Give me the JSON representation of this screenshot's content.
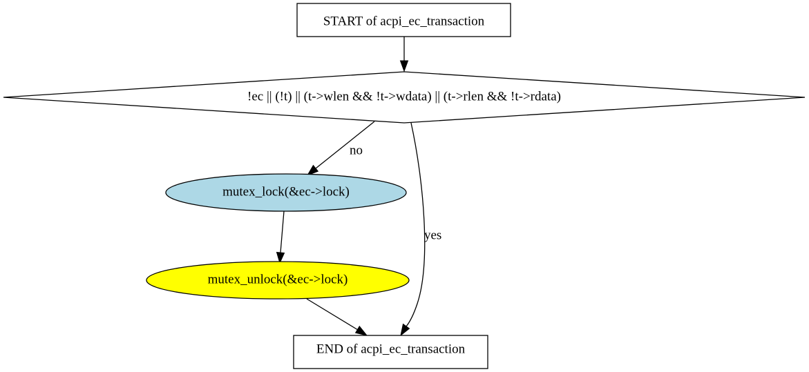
{
  "nodes": {
    "start": {
      "label": "START of acpi_ec_transaction",
      "fill": "#ffffff"
    },
    "condition": {
      "label": "!ec || (!t) || (t->wlen && !t->wdata) || (t->rlen && !t->rdata)",
      "fill": "#ffffff"
    },
    "lock": {
      "label": "mutex_lock(&ec->lock)",
      "fill": "#add8e6"
    },
    "unlock": {
      "label": "mutex_unlock(&ec->lock)",
      "fill": "#ffff00"
    },
    "end": {
      "label": "END of acpi_ec_transaction",
      "fill": "#ffffff"
    }
  },
  "edges": {
    "no": {
      "label": "no"
    },
    "yes": {
      "label": "yes"
    }
  }
}
